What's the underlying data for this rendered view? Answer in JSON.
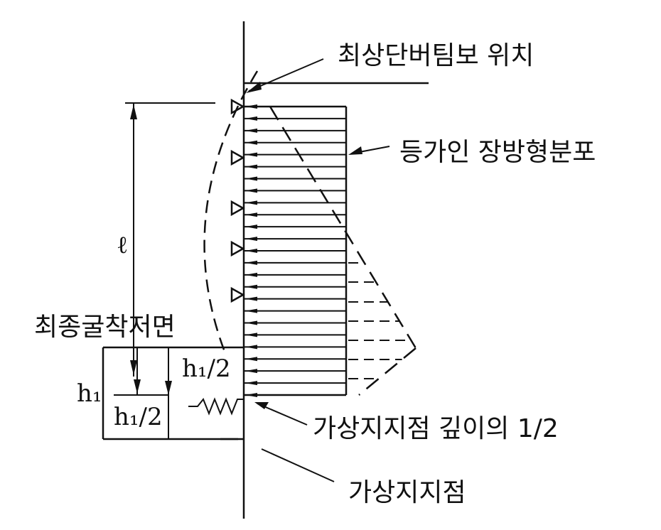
{
  "labels": {
    "top_strut": "최상단버팀보 위치",
    "equivalent_rect": "등가인 장방형분포",
    "final_excavation": "최종굴착저면",
    "virtual_half_depth": "가상지지점 깊이의 1/2",
    "virtual_support": "가상지지점"
  },
  "symbols": {
    "length": "ℓ",
    "h1": "h₁",
    "h1_half_top": "h₁/2",
    "h1_half_bottom": "h₁/2"
  }
}
